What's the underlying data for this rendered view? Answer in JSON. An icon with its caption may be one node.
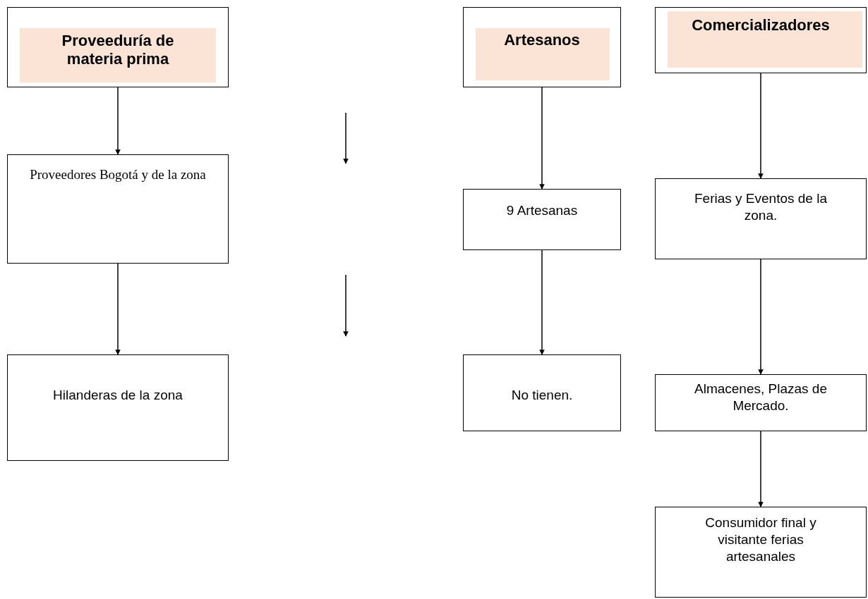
{
  "diagram": {
    "nodes": [
      {
        "text": [
          "Proveeduría de materia prima"
        ]
      },
      {
        "text": [
          "Artesanos"
        ]
      },
      {
        "text": [
          "Comercializadores"
        ]
      },
      {
        "text": [
          "Proveedores Bogotá y de la zona"
        ]
      },
      {
        "text": [
          "Hilanderas de la zona"
        ]
      },
      {
        "text": [
          "9 Artesanas"
        ]
      },
      {
        "text": [
          "No tienen."
        ]
      },
      {
        "text": [
          "Ferias y Eventos de la zona."
        ]
      },
      {
        "text": [
          "Almacenes, Plazas de Mercado."
        ]
      },
      {
        "text": [
          "Consumidor final y visitante ferias artesanales"
        ]
      }
    ],
    "edges": [
      {
        "from": 0,
        "to": 3,
        "arrow": "to"
      },
      {
        "from": 3,
        "to": 4,
        "arrow": "to"
      },
      {
        "from": 1,
        "to": 5,
        "arrow": "to"
      },
      {
        "from": 5,
        "to": 6,
        "arrow": "to"
      },
      {
        "from": 2,
        "to": 7,
        "arrow": "to"
      },
      {
        "from": 7,
        "to": 8,
        "arrow": "to"
      },
      {
        "from": 8,
        "to": 9,
        "arrow": "to"
      }
    ]
  }
}
